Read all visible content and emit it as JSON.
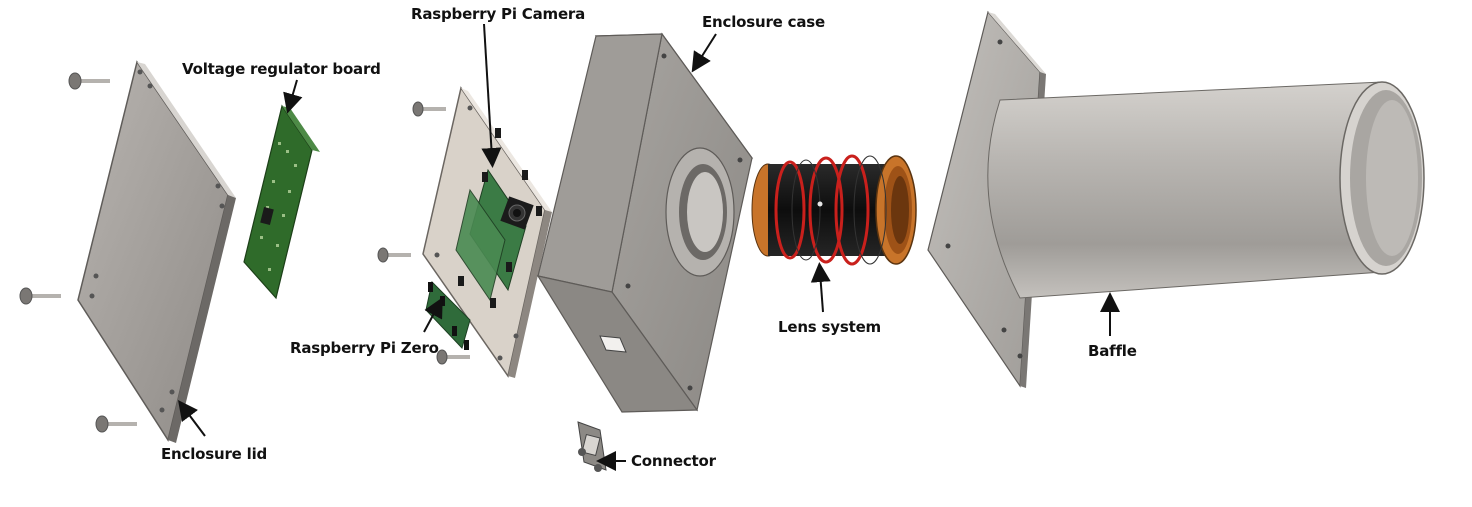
{
  "labels": {
    "voltage_regulator_board": "Voltage regulator board",
    "raspberry_pi_camera": "Raspberry Pi Camera",
    "enclosure_case": "Enclosure case",
    "raspberry_pi_zero": "Raspberry Pi Zero",
    "lens_system": "Lens system",
    "baffle": "Baffle",
    "enclosure_lid": "Enclosure lid",
    "connector": "Connector"
  },
  "colors": {
    "metal_light": "#c9c6c2",
    "metal_mid": "#9b9893",
    "metal_dark": "#6f6c69",
    "pcb_green": "#2f6b2a",
    "lens_black": "#151515",
    "lens_red": "#c9201c",
    "lens_copper": "#c8742a",
    "acrylic": "#d9d2c9"
  }
}
